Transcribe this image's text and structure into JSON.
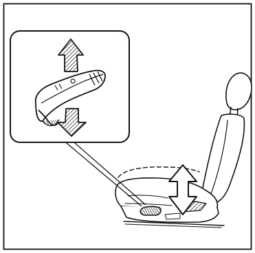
{
  "figure": {
    "icons": {
      "frame": "illustration-frame",
      "callout": "callout-box",
      "lever": "seat-height-lever",
      "seat": "seat-side-view",
      "headrest": "headrest",
      "up": "arrow-up-icon",
      "down": "arrow-down-icon",
      "height": "double-arrow-vertical-icon"
    },
    "colors": {
      "line": "#111111",
      "fill": "#ffffff",
      "arrow_fill": "#1a1a1a",
      "hatch": "#444444"
    }
  }
}
